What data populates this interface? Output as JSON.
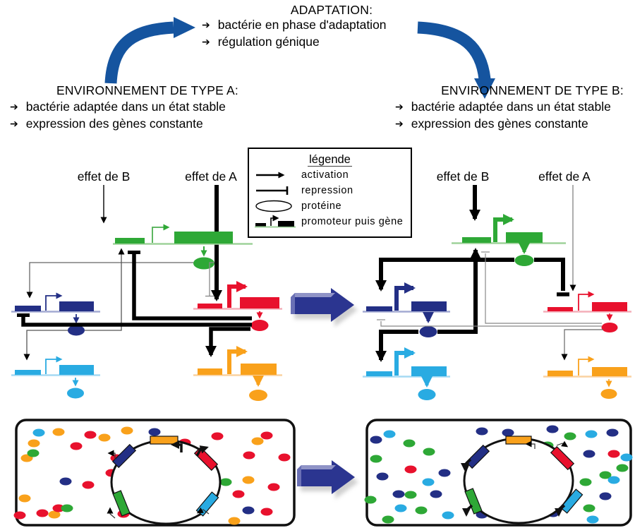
{
  "palette": {
    "red": "#e8112d",
    "orange": "#f9a11b",
    "green": "#2ea836",
    "navy": "#232f85",
    "lb": "#29abe2",
    "curved_arrow_blue": "#15549f",
    "transition_arrow_navy": "#2b3590",
    "transition_arrow_bevel": "#8f93c6",
    "thin_link_gray": "#666666",
    "black": "#000000"
  },
  "glyphs": {
    "bullet_arrow": "➔"
  },
  "adaptation": {
    "title": "ADAPTATION:",
    "bullets": [
      "bactérie en phase d'adaptation",
      "régulation génique"
    ]
  },
  "environment_a": {
    "title": "ENVIRONNEMENT DE TYPE A:",
    "bullets": [
      "bactérie adaptée dans un état stable",
      "expression des gènes constante"
    ]
  },
  "environment_b": {
    "title": "ENVIRONNEMENT DE TYPE B:",
    "bullets": [
      "bactérie adaptée dans un état stable",
      "expression des gènes constante"
    ]
  },
  "legend": {
    "title": "légende",
    "items": [
      "activation",
      "repression",
      "protéine",
      "promoteur puis gène"
    ]
  },
  "network_a": {
    "effect_b": "effet de B",
    "effect_a": "effet de A",
    "strongly_expressed": [
      "red",
      "orange"
    ],
    "weakly_expressed": [
      "green",
      "navy",
      "lb"
    ]
  },
  "network_b": {
    "effect_b": "effet de B",
    "effect_a": "effet de A",
    "strongly_expressed": [
      "green",
      "navy",
      "lb"
    ],
    "weakly_expressed": [
      "red",
      "orange"
    ]
  },
  "cells": {
    "left": {
      "plasmid_gene_order": [
        "orange",
        "red",
        "lb",
        "green",
        "navy"
      ],
      "strong_promoters": [
        "orange",
        "red"
      ],
      "weak_promoters": [
        "navy",
        "green",
        "lb"
      ],
      "dots": [
        [
          "lb",
          35,
          19
        ],
        [
          "orange",
          28,
          34
        ],
        [
          "orange",
          63,
          18
        ],
        [
          "orange",
          128,
          26
        ],
        [
          "orange",
          160,
          16
        ],
        [
          "orange",
          18,
          55
        ],
        [
          "orange",
          15,
          112
        ],
        [
          "orange",
          57,
          135
        ],
        [
          "orange",
          345,
          31
        ],
        [
          "orange",
          332,
          86
        ],
        [
          "orange",
          312,
          144
        ],
        [
          "red",
          108,
          22
        ],
        [
          "red",
          88,
          38
        ],
        [
          "red",
          145,
          55
        ],
        [
          "red",
          105,
          93
        ],
        [
          "red",
          63,
          126
        ],
        [
          "red",
          40,
          133
        ],
        [
          "red",
          8,
          136
        ],
        [
          "red",
          242,
          33
        ],
        [
          "red",
          288,
          24
        ],
        [
          "red",
          358,
          23
        ],
        [
          "red",
          333,
          51
        ],
        [
          "red",
          383,
          54
        ],
        [
          "red",
          318,
          106
        ],
        [
          "red",
          358,
          131
        ],
        [
          "red",
          368,
          96
        ],
        [
          "red",
          138,
          76
        ],
        [
          "red",
          155,
          134
        ],
        [
          "green",
          27,
          48
        ],
        [
          "green",
          75,
          126
        ],
        [
          "green",
          228,
          128
        ],
        [
          "green",
          300,
          89
        ],
        [
          "navy",
          199,
          18
        ],
        [
          "navy",
          73,
          88
        ],
        [
          "navy",
          332,
          129
        ]
      ]
    },
    "right": {
      "plasmid_gene_order": [
        "orange",
        "red",
        "lb",
        "green",
        "navy"
      ],
      "strong_promoters": [
        "navy",
        "green",
        "lb"
      ],
      "weak_promoters": [
        "orange",
        "red"
      ],
      "dots": [
        [
          "navy",
          16,
          30
        ],
        [
          "lb",
          35,
          22
        ],
        [
          "green",
          63,
          35
        ],
        [
          "navy",
          166,
          18
        ],
        [
          "navy",
          203,
          20
        ],
        [
          "navy",
          266,
          15
        ],
        [
          "green",
          291,
          25
        ],
        [
          "lb",
          321,
          22
        ],
        [
          "navy",
          351,
          20
        ],
        [
          "red",
          353,
          50
        ],
        [
          "navy",
          318,
          50
        ],
        [
          "green",
          365,
          70
        ],
        [
          "green",
          341,
          80
        ],
        [
          "lb",
          353,
          87
        ],
        [
          "green",
          313,
          90
        ],
        [
          "red",
          65,
          72
        ],
        [
          "navy",
          25,
          82
        ],
        [
          "lb",
          90,
          90
        ],
        [
          "navy",
          113,
          77
        ],
        [
          "green",
          16,
          57
        ],
        [
          "green",
          91,
          47
        ],
        [
          "navy",
          48,
          107
        ],
        [
          "green",
          65,
          108
        ],
        [
          "lb",
          51,
          127
        ],
        [
          "green",
          80,
          130
        ],
        [
          "navy",
          101,
          107
        ],
        [
          "green",
          8,
          115
        ],
        [
          "green",
          33,
          143
        ],
        [
          "lb",
          118,
          137
        ],
        [
          "lb",
          323,
          143
        ],
        [
          "green",
          318,
          127
        ],
        [
          "navy",
          341,
          110
        ],
        [
          "lb",
          371,
          55
        ],
        [
          "green",
          259,
          38
        ],
        [
          "navy",
          166,
          136
        ],
        [
          "navy",
          267,
          134
        ]
      ]
    }
  }
}
